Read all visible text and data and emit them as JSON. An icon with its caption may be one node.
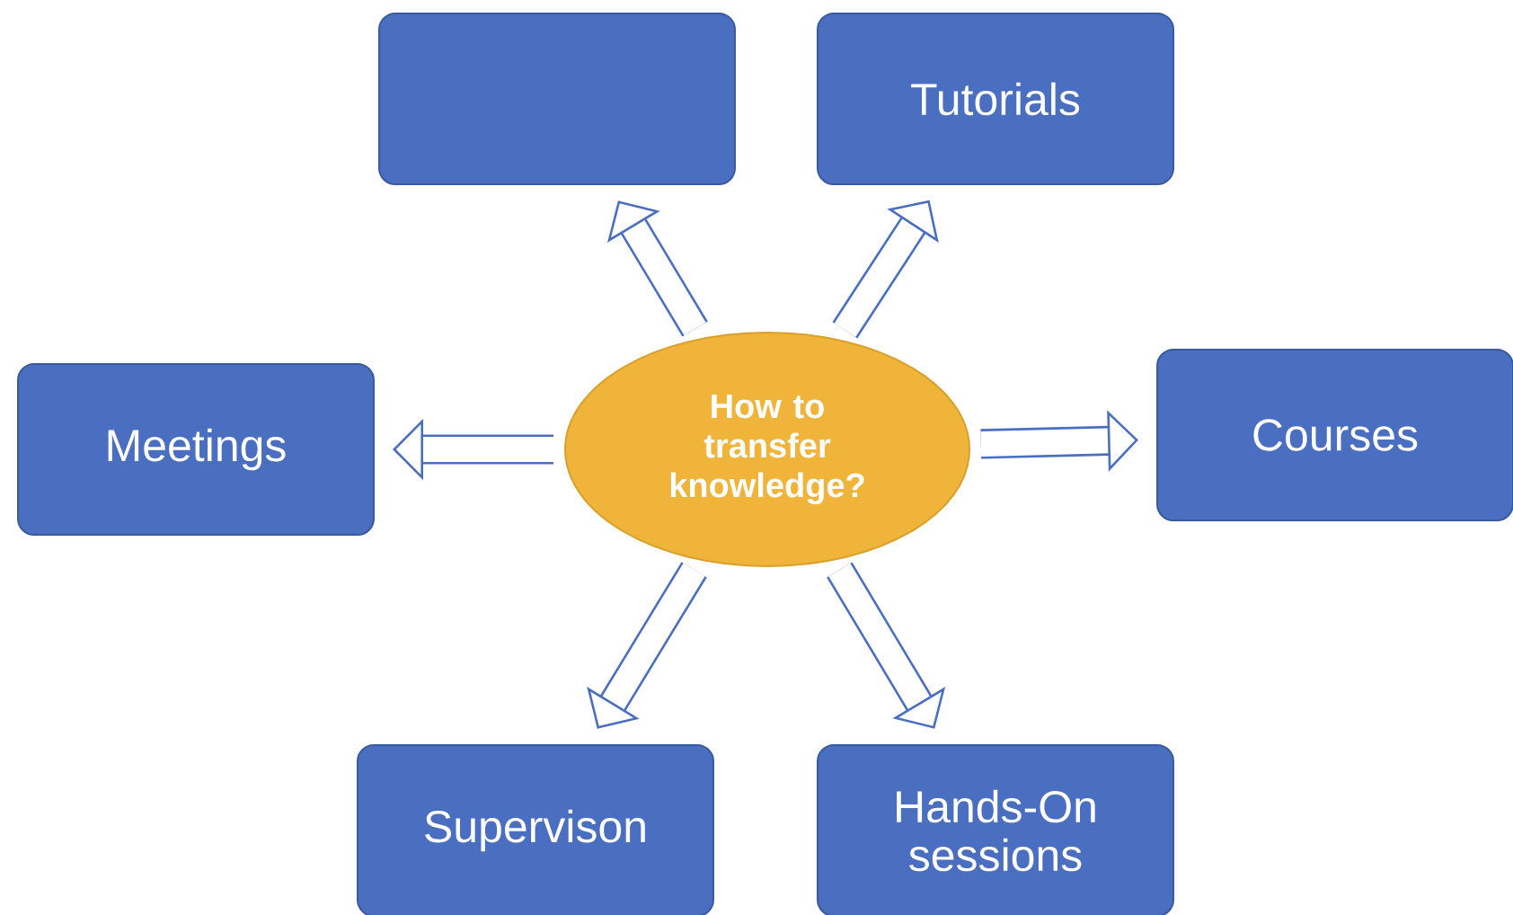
{
  "diagram": {
    "nodes": [
      {
        "text": [],
        "shape": "box"
      },
      {
        "text": [
          "Tutorials"
        ]
      },
      {
        "text": [
          "Meetings"
        ]
      },
      {
        "text": [
          "How to transfer knowledge?"
        ]
      },
      {
        "text": [
          "Courses"
        ]
      },
      {
        "text": [
          "Supervison"
        ]
      },
      {
        "text": [
          "Hands-On sessions"
        ]
      }
    ],
    "edges": [
      {
        "from": 3,
        "to": 0,
        "arrow": "to"
      },
      {
        "from": 3,
        "to": 1,
        "arrow": "to"
      },
      {
        "from": 3,
        "to": 2,
        "arrow": "to"
      },
      {
        "from": 3,
        "to": 4,
        "arrow": "to"
      },
      {
        "from": 3,
        "to": 5,
        "arrow": "to"
      },
      {
        "from": 3,
        "to": 6,
        "arrow": "to"
      }
    ]
  }
}
